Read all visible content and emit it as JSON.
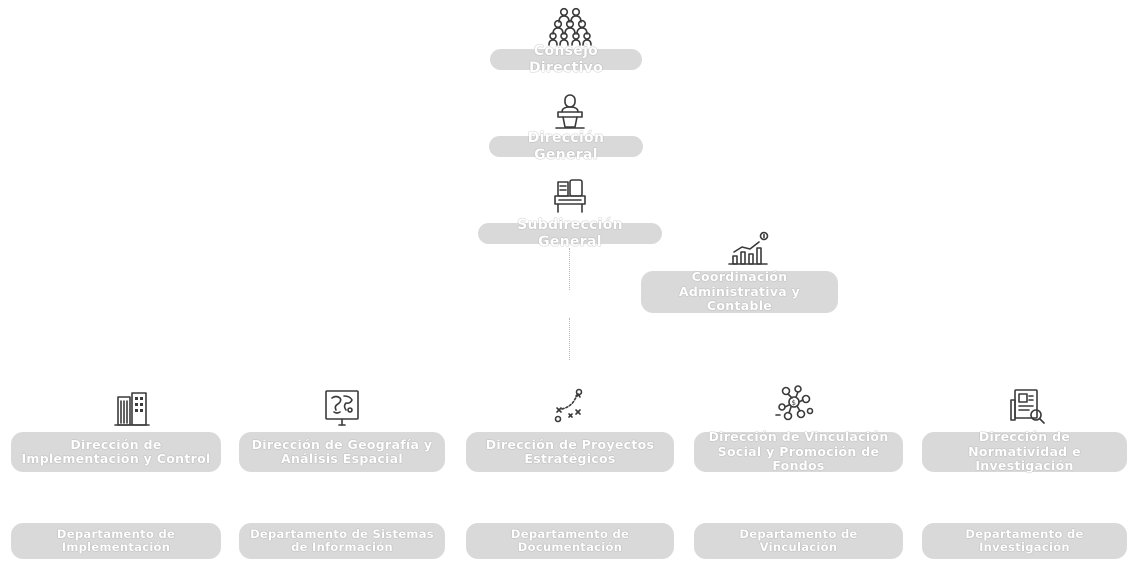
{
  "nodes": {
    "consejo": {
      "label": "Consejo Directivo",
      "icon": "people-group-icon"
    },
    "direccion_general": {
      "label": "Dirección General",
      "icon": "speaker-podium-icon"
    },
    "subdireccion_general": {
      "label": "Subdirección General",
      "icon": "office-desk-icon"
    },
    "coordinacion_admin": {
      "label": "Coordinación Administrativa y Contable",
      "icon": "growth-chart-icon"
    }
  },
  "directions": [
    {
      "label": "Dirección de Implementación y Control",
      "icon": "buildings-icon"
    },
    {
      "label": "Dirección de Geografía y Análisis Espacial",
      "icon": "map-board-icon"
    },
    {
      "label": "Dirección de Proyectos Estratégicos",
      "icon": "strategy-plan-icon"
    },
    {
      "label": "Dirección de Vinculación Social y Promoción de Fondos",
      "icon": "network-coins-icon"
    },
    {
      "label": "Dirección de Normatividad e Investigación",
      "icon": "document-search-icon"
    }
  ],
  "departments": [
    {
      "label": "Departamento de Implementación"
    },
    {
      "label": "Departamento de Sistemas de Información"
    },
    {
      "label": "Departamento de Documentación"
    },
    {
      "label": "Departamento de Vinculación"
    },
    {
      "label": "Departamento de Investigación"
    }
  ],
  "colors": {
    "label_bg": "#d9d9d9",
    "label_text": "#ffffff",
    "icon": "#3a3a3a",
    "connector": "#b5b5b5"
  }
}
